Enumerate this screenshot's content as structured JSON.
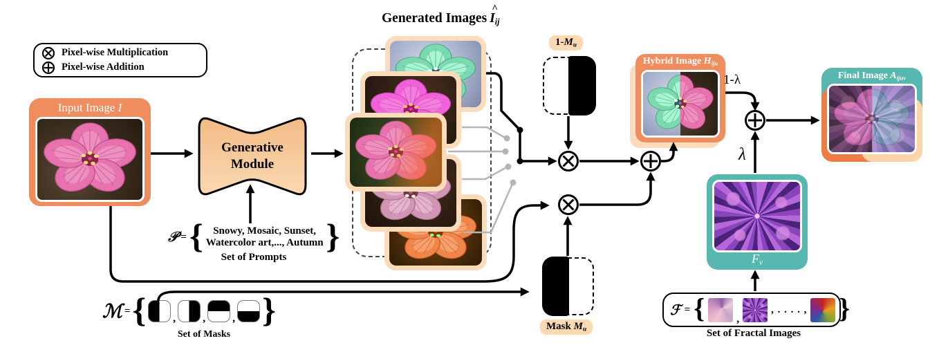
{
  "legend": {
    "multiplication_label": "Pixel-wise Multiplication",
    "addition_label": "Pixel-wise Addition"
  },
  "input_image": {
    "title": "Input Image",
    "symbol": "I"
  },
  "generative_module": {
    "line1": "Generative",
    "line2": "Module"
  },
  "prompts": {
    "set_symbol": "𝒫",
    "equals": "=",
    "brace_open": "{",
    "brace_close": "}",
    "line1": "Snowy, Mosaic, Sunset,",
    "line2": "Watercolor art,..., Autumn",
    "caption": "Set of Prompts"
  },
  "generated_images": {
    "title": "Generated Images",
    "hat": "^",
    "symbol": "I",
    "subscript": "ij"
  },
  "mask_top": {
    "label_main": "1-",
    "label_symbol": "M",
    "label_sub": "u"
  },
  "mask_bottom": {
    "label_main": "Mask ",
    "label_symbol": "M",
    "label_sub": "u"
  },
  "mask_set": {
    "set_symbol": "ℳ",
    "equals": "=",
    "brace_open": "{",
    "brace_close": "}",
    "comma": ",",
    "caption": "Set of Masks"
  },
  "hybrid_image": {
    "title": "Hybrid Image",
    "symbol": "H",
    "subscript": "iju"
  },
  "blend": {
    "one_minus_lambda": "1-λ",
    "lambda": "λ"
  },
  "fractal_image": {
    "symbol": "F",
    "subscript": "v"
  },
  "fractal_set": {
    "set_symbol": "ℱ",
    "equals": "=",
    "brace_open": "{",
    "brace_close": "}",
    "comma": ",",
    "ellipsis": ", . . . . ,",
    "caption": "Set of Fractal Images"
  },
  "final_image": {
    "title": "Final Image",
    "symbol": "A",
    "subscript": "ijuv"
  },
  "colors": {
    "orange": "#ef8d5e",
    "orange_deep": "#ee7d45",
    "peach_frame": "#fbdcba",
    "peach_chip": "#fbd9b2",
    "teal": "#58b7ae",
    "module_fill": "#f7c795",
    "connector_gray": "#b5b5b5",
    "black": "#000000"
  }
}
